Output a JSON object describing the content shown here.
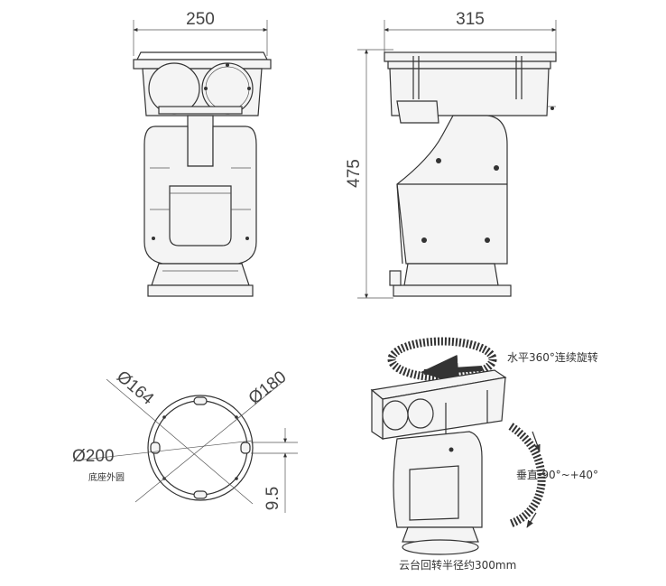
{
  "front_view": {
    "width_dim": "250"
  },
  "side_view": {
    "width_dim": "315",
    "height_dim": "475"
  },
  "base_view": {
    "dia_164": "Ø164",
    "dia_180": "Ø180",
    "dia_200": "Ø200",
    "outer_circle_label": "底座外圆",
    "slot_dim": "9.5"
  },
  "rotation_view": {
    "horizontal_label": "水平360°连续旋转",
    "vertical_label": "垂直-90°~+40°",
    "radius_label": "云台回转半径约300mm"
  }
}
